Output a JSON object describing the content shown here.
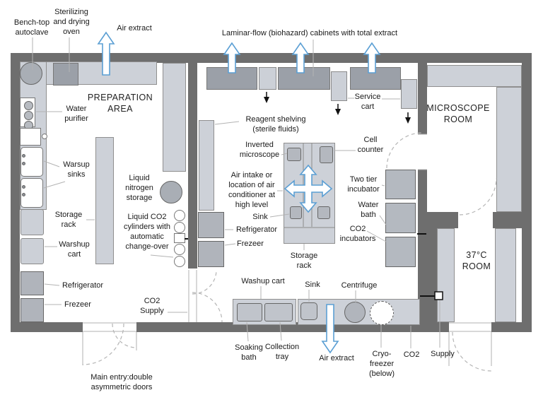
{
  "diagram": {
    "title": "Cell culture laboratory floor plan",
    "type": "annotated floor plan",
    "rooms": [
      "PREPARATION AREA",
      "MICROSCOPE ROOM",
      "37°C ROOM"
    ]
  },
  "colors": {
    "wall": "#6e6e6e",
    "bench": "#cdd1d8",
    "equipment": "#b2b6bd",
    "cabinet": "#9ba0a8",
    "arrow_blue": "#5b9fd4",
    "leader": "#b3b3b3",
    "text": "#1a1a1a",
    "background": "#ffffff"
  },
  "icons": {
    "air-flow-arrow": "blue outline arrow showing air extract direction",
    "air-circulation-cross-arrow": "blue four-way outline arrow at room centre",
    "drop-arrow": "small black downward arrow under service carts",
    "door-swing-arc": "dashed quarter-circle door swing",
    "cryo-freezer-outline": "dashed circle (equipment below bench)"
  },
  "annotations": [
    {
      "name": "label-bench-top-autoclave",
      "text": "Bench-top\nautoclave"
    },
    {
      "name": "label-sterilizing-oven",
      "text": "Sterilizing\nand drying\noven"
    },
    {
      "name": "label-air-extract-top",
      "text": "Air extract"
    },
    {
      "name": "label-laminar-flow-cabinets",
      "text": "Laminar-flow (biohazard) cabinets with total extract"
    },
    {
      "name": "label-service-cart",
      "text": "Service\ncart"
    },
    {
      "name": "label-microscope-room",
      "text": "MICROSCOPE\nROOM"
    },
    {
      "name": "label-preparation-area",
      "text": "PREPARATION\nAREA"
    },
    {
      "name": "label-water-purifier",
      "text": "Water\npurifier"
    },
    {
      "name": "label-warsup-sinks",
      "text": "Warsup\nsinks"
    },
    {
      "name": "label-storage-rack-left",
      "text": "Storage\nrack"
    },
    {
      "name": "label-warshup-cart",
      "text": "Warshup\ncart"
    },
    {
      "name": "label-refrigerator-prep",
      "text": "Refrigerator"
    },
    {
      "name": "label-frezeer-prep",
      "text": "Frezeer"
    },
    {
      "name": "label-liquid-nitrogen",
      "text": "Liquid\nnitrogen\nstorage"
    },
    {
      "name": "label-liquid-co2",
      "text": "Liquid CO2\ncylinders with\nautomatic\nchange-over"
    },
    {
      "name": "label-co2-supply-prep",
      "text": "CO2\nSupply"
    },
    {
      "name": "label-main-entry",
      "text": "Main entry:double\nasymmetric doors"
    },
    {
      "name": "label-reagent-shelving",
      "text": "Reagent shelving\n(sterile fluids)"
    },
    {
      "name": "label-inverted-microscope",
      "text": "Inverted\nmicroscope"
    },
    {
      "name": "label-air-intake",
      "text": "Air intake or\nlocation of air\nconditioner at\nhigh level"
    },
    {
      "name": "label-sink-island",
      "text": "Sink"
    },
    {
      "name": "label-refrigerator-main",
      "text": "Refrigerator"
    },
    {
      "name": "label-frezeer-main",
      "text": "Frezeer"
    },
    {
      "name": "label-cell-counter",
      "text": "Cell\ncounter"
    },
    {
      "name": "label-two-tier-incubator",
      "text": "Two tier\nincubator"
    },
    {
      "name": "label-water-bath",
      "text": "Water\nbath"
    },
    {
      "name": "label-co2-incubators",
      "text": "CO2\nincubators"
    },
    {
      "name": "label-storage-rack-island",
      "text": "Storage\nrack"
    },
    {
      "name": "label-washup-cart",
      "text": "Washup cart"
    },
    {
      "name": "label-soaking-bath",
      "text": "Soaking\nbath"
    },
    {
      "name": "label-collection-tray",
      "text": "Collection\ntray"
    },
    {
      "name": "label-sink-bottom",
      "text": "Sink"
    },
    {
      "name": "label-centrifuge",
      "text": "Centrifuge"
    },
    {
      "name": "label-air-extract-bottom",
      "text": "Air extract"
    },
    {
      "name": "label-cryo-freezer",
      "text": "Cryo-\nfreezer\n(below)"
    },
    {
      "name": "label-co2-bottom",
      "text": "CO2"
    },
    {
      "name": "label-supply-bottom",
      "text": "Supply"
    },
    {
      "name": "label-warm-room",
      "text": "37°C\nROOM"
    }
  ]
}
